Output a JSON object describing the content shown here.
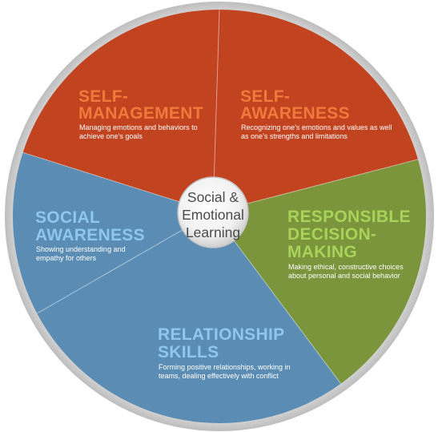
{
  "center": {
    "lines": [
      "Social &",
      "Emotional",
      "Learning"
    ]
  },
  "colors": {
    "self_management": "#c2431f",
    "self_awareness": "#c2431f",
    "responsible_decision_making": "#7a953b",
    "relationship_skills": "#5b8db4",
    "social_awareness": "#5b8db4",
    "orange_title": "#f07a3c",
    "green_title": "#a9d25a",
    "blue_title": "#8ec6ef",
    "rim": "#d2d2d2"
  },
  "segments": {
    "self_management": {
      "title": [
        "SELF-",
        "MANAGEMENT"
      ],
      "desc": [
        "Managing emotions and behaviors to",
        "achieve one’s goals"
      ]
    },
    "self_awareness": {
      "title": [
        "SELF-",
        "AWARENESS"
      ],
      "desc": [
        "Recognizing one’s emotions and values as well",
        "as one’s strengths and limitations"
      ]
    },
    "responsible_decision_making": {
      "title": [
        "RESPONSIBLE",
        "DECISION-",
        "MAKING"
      ],
      "desc": [
        "Making ethical, constructive choices",
        "about personal and social behavior"
      ]
    },
    "relationship_skills": {
      "title": [
        "RELATIONSHIP",
        "SKILLS"
      ],
      "desc": [
        "Forming positive relationships, working in",
        "teams, dealing effectively with conflict"
      ]
    },
    "social_awareness": {
      "title": [
        "SOCIAL",
        "AWARENESS"
      ],
      "desc": [
        "Showing understanding and",
        "empathy for others"
      ]
    }
  }
}
